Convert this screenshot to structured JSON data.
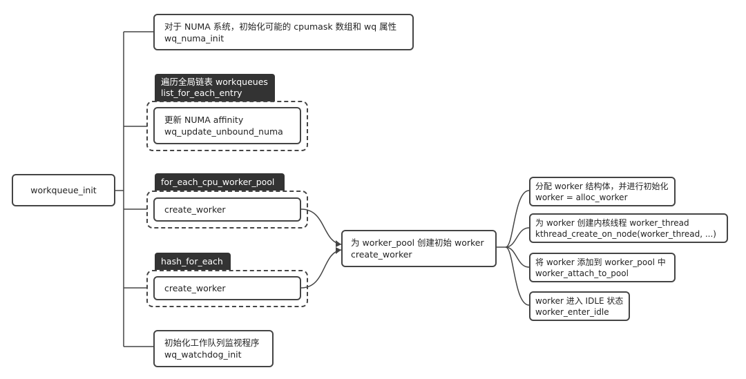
{
  "root": {
    "label": "workqueue_init"
  },
  "branches": {
    "numa_init": {
      "line1": "对于 NUMA 系统，初始化可能的 cpumask 数组和 wq 属性",
      "line2": "wq_numa_init"
    },
    "list_group": {
      "tag_line1": "遍历全局链表 workqueues",
      "tag_line2": "list_for_each_entry",
      "node_line1": "更新 NUMA affinity",
      "node_line2": "wq_update_unbound_numa"
    },
    "cpu_pool_group": {
      "tag": "for_each_cpu_worker_pool",
      "node": "create_worker"
    },
    "hash_group": {
      "tag": "hash_for_each",
      "node": "create_worker"
    },
    "watchdog": {
      "line1": "初始化工作队列监视程序",
      "line2": "wq_watchdog_init"
    }
  },
  "create_worker": {
    "line1": "为 worker_pool 创建初始 worker",
    "line2": "create_worker"
  },
  "steps": [
    {
      "line1": "分配 worker 结构体，并进行初始化",
      "line2": "worker = alloc_worker"
    },
    {
      "line1": "为 worker 创建内核线程 worker_thread",
      "line2": "kthread_create_on_node(worker_thread, ...)"
    },
    {
      "line1": "将 worker 添加到 worker_pool 中",
      "line2": "worker_attach_to_pool"
    },
    {
      "line1": "worker 进入 IDLE 状态",
      "line2": "worker_enter_idle"
    }
  ],
  "colors": {
    "stroke": "#444444",
    "tag_bg": "#333333",
    "text": "#222222",
    "background": "#ffffff"
  }
}
